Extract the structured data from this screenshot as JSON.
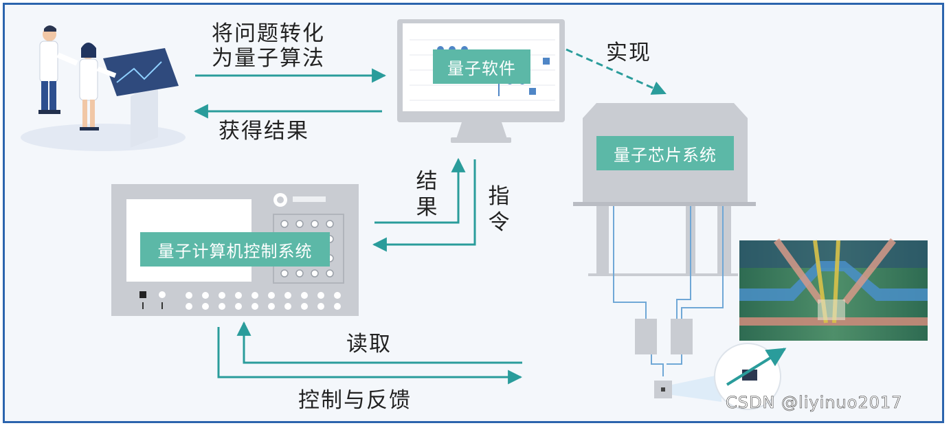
{
  "labels": {
    "to_algorithm": [
      "将问题转化",
      "为量子算法"
    ],
    "get_result": "获得结果",
    "realize": "实现",
    "result_vertical": [
      "结",
      "果"
    ],
    "instruction_vertical": [
      "指",
      "令"
    ],
    "read": "读取",
    "control_feedback": "控制与反馈"
  },
  "boxes": {
    "software": "量子软件",
    "chip_system": "量子芯片系统",
    "control_system": "量子计算机控制系统"
  },
  "watermark": "CSDN @liyinuo2017",
  "colors": {
    "frame": "#2b64ad",
    "arrow": "#2a9c9b",
    "teal_box": "#5cb8a7",
    "device_gray": "#c9ccd2",
    "background": "#f4f7fb"
  }
}
